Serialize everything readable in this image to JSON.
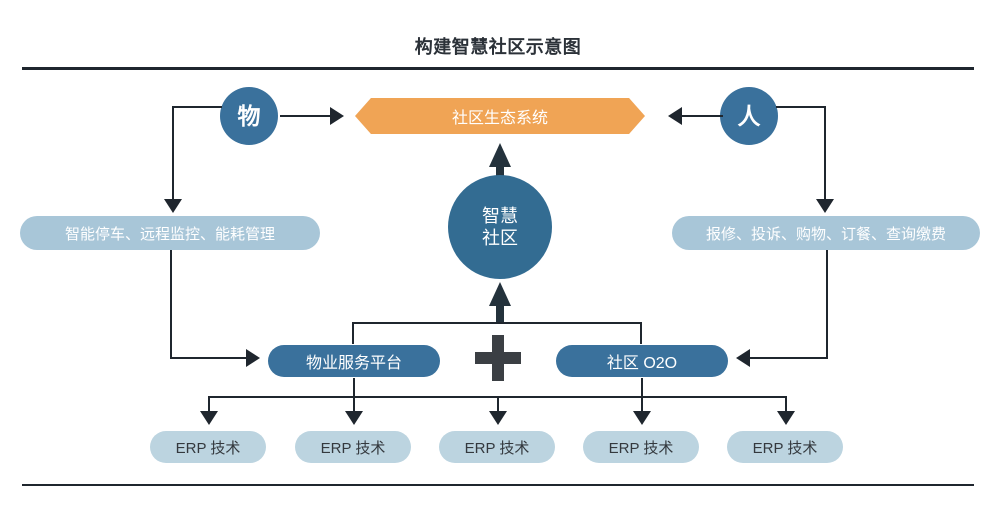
{
  "page": {
    "title": "构建智慧社区示意图"
  },
  "colors": {
    "accent_orange": "#f0a455",
    "blue_dark": "#3a719c",
    "blue_center": "#336c92",
    "blue_light": "#a8c6d8",
    "blue_pale": "#bcd4e0",
    "line": "#1f262e",
    "text_dark": "#34393e"
  },
  "nodes": {
    "left_circle": {
      "label": "物"
    },
    "right_circle": {
      "label": "人"
    },
    "banner": {
      "label": "社区生态系统"
    },
    "center_circle": {
      "line1": "智慧",
      "line2": "社区"
    },
    "left_bar": {
      "label": "智能停车、远程监控、能耗管理"
    },
    "right_bar": {
      "label": "报修、投诉、购物、订餐、查询缴费"
    },
    "platform": {
      "label": "物业服务平台"
    },
    "o2o": {
      "label": "社区 O2O"
    },
    "plus": {
      "label": "+"
    }
  },
  "erp_boxes": [
    {
      "label": "ERP 技术"
    },
    {
      "label": "ERP 技术"
    },
    {
      "label": "ERP 技术"
    },
    {
      "label": "ERP 技术"
    },
    {
      "label": "ERP 技术"
    }
  ]
}
